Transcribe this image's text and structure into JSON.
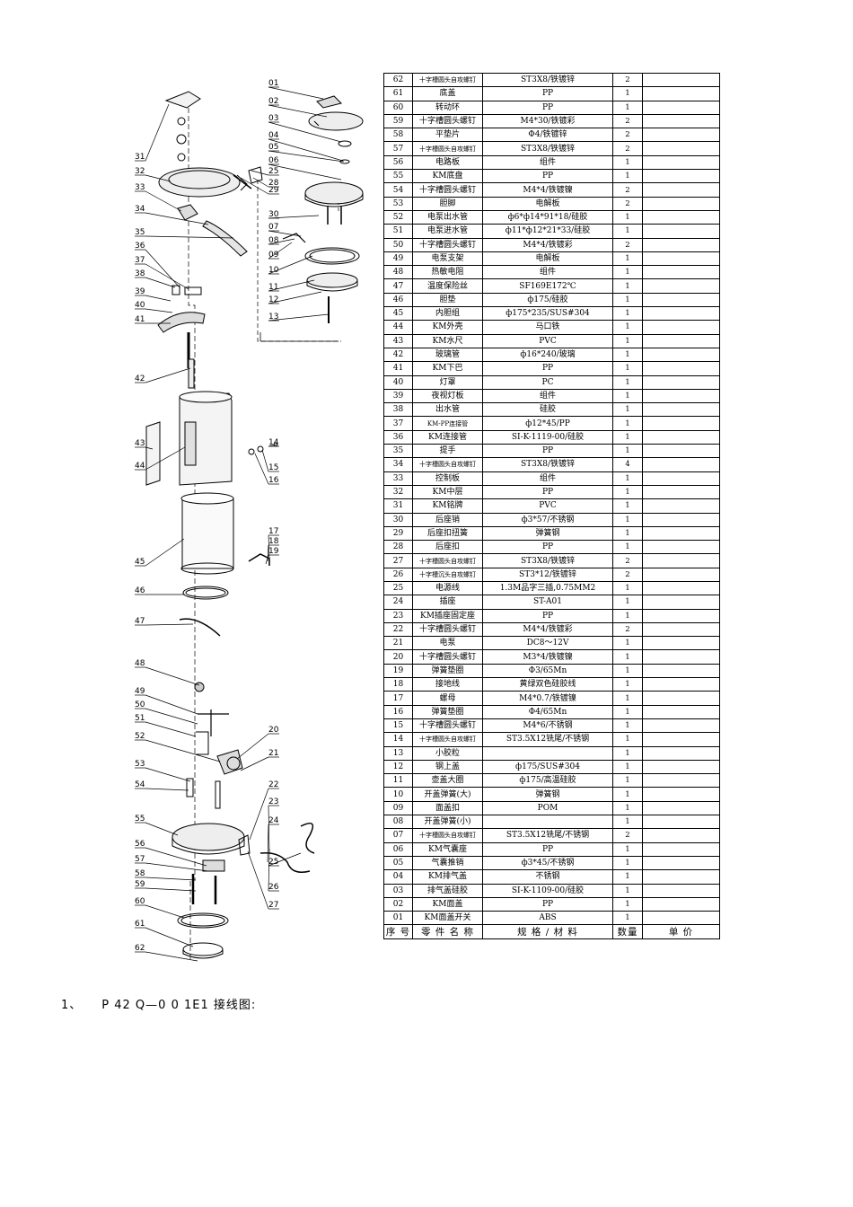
{
  "table": {
    "header": [
      "序 号",
      "零 件 名 称",
      "规 格 / 材 料",
      "数量",
      "单 价"
    ],
    "rows": [
      [
        "62",
        "十字槽圆头自攻螺钉",
        "ST3X8/铁镀锌",
        "2",
        ""
      ],
      [
        "61",
        "底盖",
        "PP",
        "1",
        ""
      ],
      [
        "60",
        "转动环",
        "PP",
        "1",
        ""
      ],
      [
        "59",
        "十字槽圆头螺钉",
        "M4*30/铁镀彩",
        "2",
        ""
      ],
      [
        "58",
        "平垫片",
        "Φ4/铁镀锌",
        "2",
        ""
      ],
      [
        "57",
        "十字槽圆头自攻螺钉",
        "ST3X8/铁镀锌",
        "2",
        ""
      ],
      [
        "56",
        "电路板",
        "组件",
        "1",
        ""
      ],
      [
        "55",
        "KM底盘",
        "PP",
        "1",
        ""
      ],
      [
        "54",
        "十字槽圆头螺钉",
        "M4*4/铁镀镍",
        "2",
        ""
      ],
      [
        "53",
        "胆脚",
        "电解板",
        "2",
        ""
      ],
      [
        "52",
        "电泵出水管",
        "ф6*ф14*91*18/硅胶",
        "1",
        ""
      ],
      [
        "51",
        "电泵进水管",
        "ф11*ф12*21*33/硅胶",
        "1",
        ""
      ],
      [
        "50",
        "十字槽圆头螺钉",
        "M4*4/铁镀彩",
        "2",
        ""
      ],
      [
        "49",
        "电泵支架",
        "电解板",
        "1",
        ""
      ],
      [
        "48",
        "热敏电阻",
        "组件",
        "1",
        ""
      ],
      [
        "47",
        "温度保险丝",
        "SF169E172℃",
        "1",
        ""
      ],
      [
        "46",
        "胆垫",
        "ф175/硅胶",
        "1",
        ""
      ],
      [
        "45",
        "内胆组",
        "ф175*235/SUS#304",
        "1",
        ""
      ],
      [
        "44",
        "KM外壳",
        "马口铁",
        "1",
        ""
      ],
      [
        "43",
        "KM水尺",
        "PVC",
        "1",
        ""
      ],
      [
        "42",
        "玻璃管",
        "ф16*240/玻璃",
        "1",
        ""
      ],
      [
        "41",
        "KM下巴",
        "PP",
        "1",
        ""
      ],
      [
        "40",
        "灯罩",
        "PC",
        "1",
        ""
      ],
      [
        "39",
        "夜视灯板",
        "组件",
        "1",
        ""
      ],
      [
        "38",
        "出水管",
        "硅胶",
        "1",
        ""
      ],
      [
        "37",
        "KM-PP连接管",
        "ф12*45/PP",
        "1",
        ""
      ],
      [
        "36",
        "KM连接管",
        "SI-K-1119-00/硅胶",
        "1",
        ""
      ],
      [
        "35",
        "提手",
        "PP",
        "1",
        ""
      ],
      [
        "34",
        "十字槽圆头自攻螺钉",
        "ST3X8/铁镀锌",
        "4",
        ""
      ],
      [
        "33",
        "控制板",
        "组件",
        "1",
        ""
      ],
      [
        "32",
        "KM中层",
        "PP",
        "1",
        ""
      ],
      [
        "31",
        "KM铭牌",
        "PVC",
        "1",
        ""
      ],
      [
        "30",
        "后座销",
        "ф3*57/不锈钢",
        "1",
        ""
      ],
      [
        "29",
        "后座扣扭簧",
        "弹簧钢",
        "1",
        ""
      ],
      [
        "28",
        "后座扣",
        "PP",
        "1",
        ""
      ],
      [
        "27",
        "十字槽圆头自攻螺钉",
        "ST3X8/铁镀锌",
        "2",
        ""
      ],
      [
        "26",
        "十字槽沉头自攻螺钉",
        "ST3*12/铁镀锌",
        "2",
        ""
      ],
      [
        "25",
        "电源线",
        "1.3M品字三插,0.75MM2",
        "1",
        ""
      ],
      [
        "24",
        "插座",
        "ST-A01",
        "1",
        ""
      ],
      [
        "23",
        "KM插座固定座",
        "PP",
        "1",
        ""
      ],
      [
        "22",
        "十字槽圆头螺钉",
        "M4*4/铁镀彩",
        "2",
        ""
      ],
      [
        "21",
        "电泵",
        "DC8～12V",
        "1",
        ""
      ],
      [
        "20",
        "十字槽圆头螺钉",
        "M3*4/铁镀镍",
        "1",
        ""
      ],
      [
        "19",
        "弹簧垫圈",
        "Φ3/65Mn",
        "1",
        ""
      ],
      [
        "18",
        "接地线",
        "黄绿双色硅胶线",
        "1",
        ""
      ],
      [
        "17",
        "螺母",
        "M4*0.7/铁镀镍",
        "1",
        ""
      ],
      [
        "16",
        "弹簧垫圈",
        "Φ4/65Mn",
        "1",
        ""
      ],
      [
        "15",
        "十字槽圆头螺钉",
        "M4*6/不锈钢",
        "1",
        ""
      ],
      [
        "14",
        "十字槽圆头自攻螺钉",
        "ST3.5X12铣尾/不锈钢",
        "1",
        ""
      ],
      [
        "13",
        "小胶粒",
        "",
        "1",
        ""
      ],
      [
        "12",
        "钢上盖",
        "ф175/SUS#304",
        "1",
        ""
      ],
      [
        "11",
        "壶盖大圈",
        "ф175/高温硅胶",
        "1",
        ""
      ],
      [
        "10",
        "开盖弹簧(大)",
        "弹簧钢",
        "1",
        ""
      ],
      [
        "09",
        "面盖扣",
        "POM",
        "1",
        ""
      ],
      [
        "08",
        "开盖弹簧(小)",
        "",
        "1",
        ""
      ],
      [
        "07",
        "十字槽圆头自攻螺钉",
        "ST3.5X12铣尾/不锈钢",
        "2",
        ""
      ],
      [
        "06",
        "KM气囊座",
        "PP",
        "1",
        ""
      ],
      [
        "05",
        "气囊推销",
        "ф3*45/不锈钢",
        "1",
        ""
      ],
      [
        "04",
        "KM排气盖",
        "不锈钢",
        "1",
        ""
      ],
      [
        "03",
        "排气盖硅胶",
        "SI-K-1109-00/硅胶",
        "1",
        ""
      ],
      [
        "02",
        "KM面盖",
        "PP",
        "1",
        ""
      ],
      [
        "01",
        "KM面盖开关",
        "ABS",
        "1",
        ""
      ]
    ]
  },
  "diagram_labels": {
    "left": [
      "31",
      "32",
      "33",
      "34",
      "35",
      "36",
      "37",
      "38",
      "39",
      "40",
      "41",
      "42",
      "43",
      "44",
      "45",
      "46",
      "47",
      "48",
      "49",
      "50",
      "51",
      "52",
      "53",
      "54",
      "55",
      "56",
      "57",
      "58",
      "59",
      "60",
      "61",
      "62"
    ],
    "right": [
      "01",
      "02",
      "03",
      "04",
      "05",
      "06",
      "25",
      "28",
      "29",
      "30",
      "07",
      "08",
      "09",
      "10",
      "11",
      "12",
      "13",
      "14",
      "15",
      "16",
      "17",
      "18",
      "19",
      "20",
      "21",
      "22",
      "23",
      "24",
      "25",
      "26",
      "27"
    ]
  },
  "caption": {
    "number": "1、",
    "text": "P 42 Q—0 0 1E1 接线图:"
  }
}
